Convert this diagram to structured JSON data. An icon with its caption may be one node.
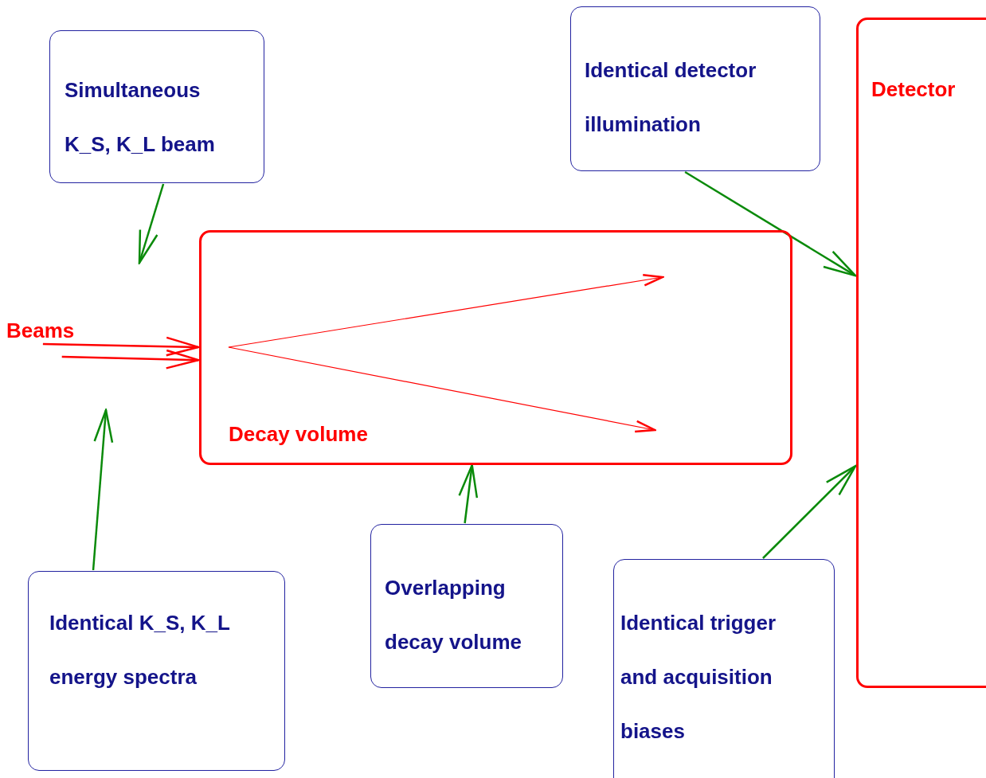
{
  "diagram": {
    "nodes": [
      {
        "text": [
          "Simultaneous K_S, K_L beam"
        ]
      },
      {
        "text": [
          "Identical detector illumination"
        ]
      },
      {
        "text": [
          "Detector"
        ]
      },
      {
        "text": [
          "Beams"
        ]
      },
      {
        "text": [
          "Decay volume"
        ]
      },
      {
        "text": [
          "Identical K_S, K_L energy spectra"
        ]
      },
      {
        "text": [
          "Overlapping decay volume"
        ]
      },
      {
        "text": [
          "Identical trigger and acquisition biases"
        ]
      }
    ],
    "edges": [
      {
        "from": 0,
        "to": null,
        "arrow": "to"
      },
      {
        "from": 1,
        "to": 2,
        "arrow": "to"
      },
      {
        "from": 3,
        "to": 4,
        "arrow": "to",
        "color": "#ff0000"
      },
      {
        "from": 3,
        "to": 4,
        "arrow": "to",
        "color": "#ff0000"
      },
      {
        "from": 5,
        "to": null,
        "arrow": "to"
      },
      {
        "from": 6,
        "to": 4,
        "arrow": "to"
      },
      {
        "from": 7,
        "to": 2,
        "arrow": "to"
      }
    ]
  }
}
